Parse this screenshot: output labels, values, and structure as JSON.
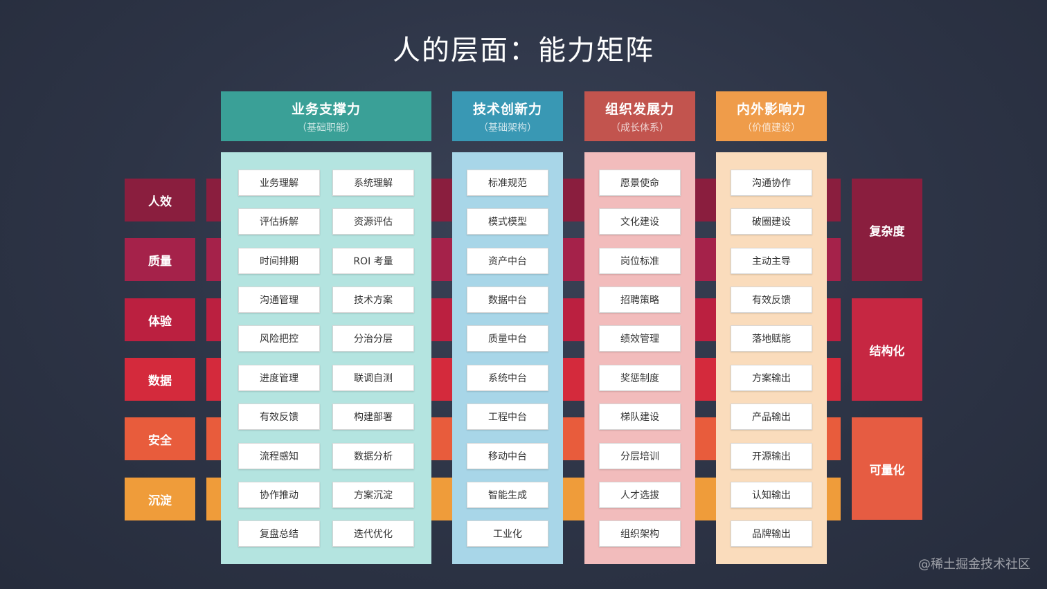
{
  "title": "人的层面：能力矩阵",
  "watermark": "@稀土掘金技术社区",
  "rows": [
    {
      "label": "人效",
      "color": "#8a1e3e"
    },
    {
      "label": "质量",
      "color": "#a5224a"
    },
    {
      "label": "体验",
      "color": "#bb2040"
    },
    {
      "label": "数据",
      "color": "#d42a3c"
    },
    {
      "label": "安全",
      "color": "#e85c3c"
    },
    {
      "label": "沉淀",
      "color": "#ef9c3a"
    }
  ],
  "right_labels": [
    {
      "label": "复杂度",
      "color": "#8a1e3e"
    },
    {
      "label": "结构化",
      "color": "#c62742"
    },
    {
      "label": "可量化",
      "color": "#e65c42"
    }
  ],
  "columns": [
    {
      "title": "业务支撑力",
      "subtitle": "（基础职能）",
      "header_color": "#3aa097",
      "panel_color": "#b4e4e0",
      "items": [
        "业务理解",
        "系统理解",
        "评估拆解",
        "资源评估",
        "时间排期",
        "ROI 考量",
        "沟通管理",
        "技术方案",
        "风险把控",
        "分治分层",
        "进度管理",
        "联调自测",
        "有效反馈",
        "构建部署",
        "流程感知",
        "数据分析",
        "协作推动",
        "方案沉淀",
        "复盘总结",
        "迭代优化"
      ]
    },
    {
      "title": "技术创新力",
      "subtitle": "（基础架构）",
      "header_color": "#3998b4",
      "panel_color": "#a8d6e8",
      "items": [
        "标准规范",
        "模式模型",
        "资产中台",
        "数据中台",
        "质量中台",
        "系统中台",
        "工程中台",
        "移动中台",
        "智能生成",
        "工业化"
      ]
    },
    {
      "title": "组织发展力",
      "subtitle": "（成长体系）",
      "header_color": "#c2544e",
      "panel_color": "#f2bcbc",
      "items": [
        "愿景使命",
        "文化建设",
        "岗位标准",
        "招聘策略",
        "绩效管理",
        "奖惩制度",
        "梯队建设",
        "分层培训",
        "人才选拔",
        "组织架构"
      ]
    },
    {
      "title": "内外影响力",
      "subtitle": "（价值建设）",
      "header_color": "#ef9c4a",
      "panel_color": "#fadcbc",
      "items": [
        "沟通协作",
        "破圈建设",
        "主动主导",
        "有效反馈",
        "落地赋能",
        "方案输出",
        "产品输出",
        "开源输出",
        "认知输出",
        "品牌输出"
      ]
    }
  ]
}
